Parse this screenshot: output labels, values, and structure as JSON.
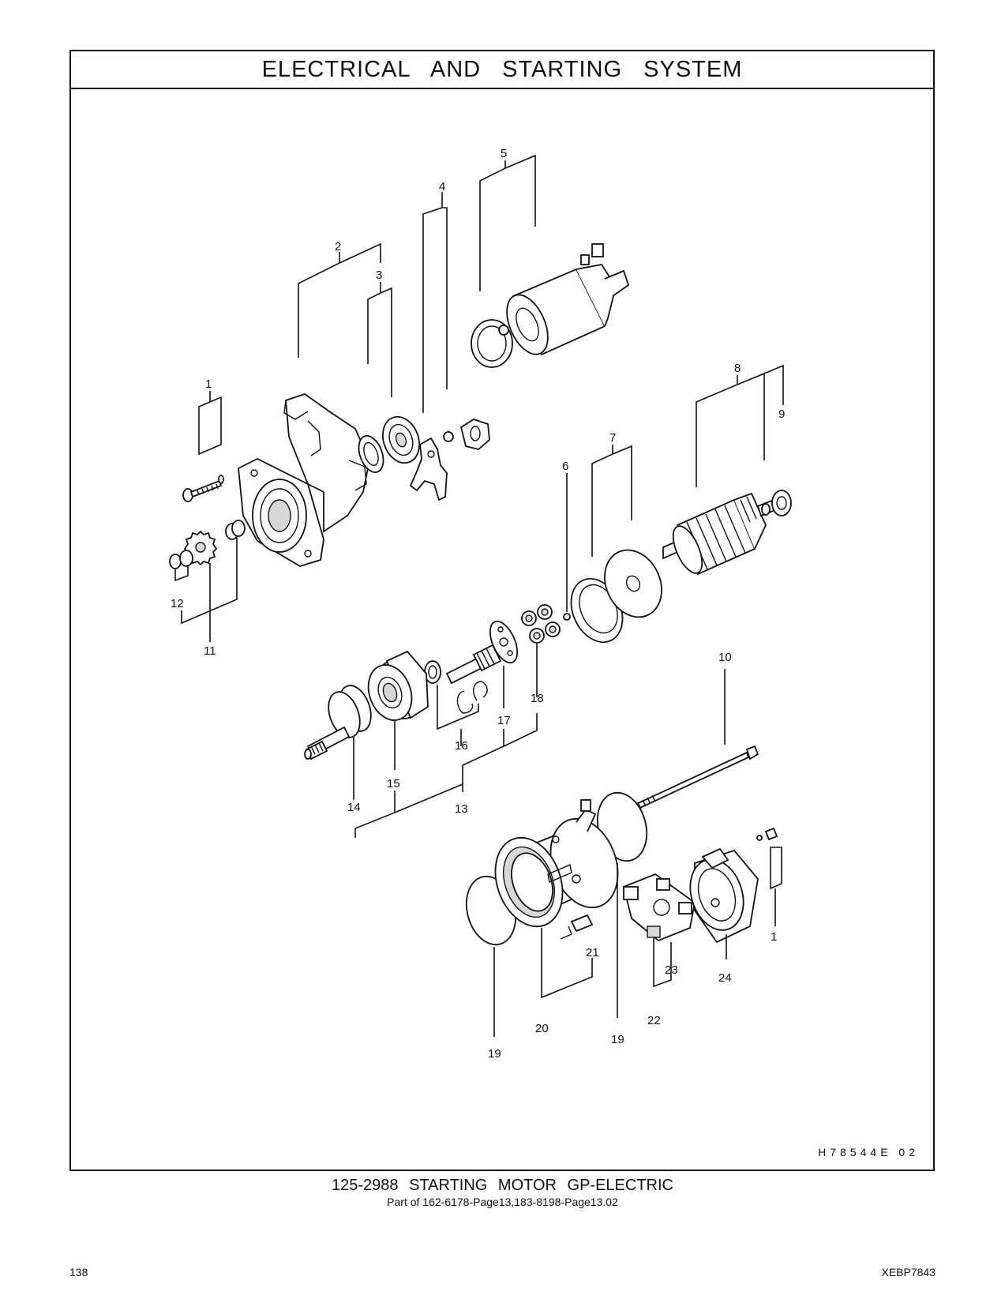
{
  "header": {
    "title": "ELECTRICAL AND STARTING SYSTEM"
  },
  "diagram": {
    "labels": {
      "l1a": "1",
      "l1b": "1",
      "l2": "2",
      "l3": "3",
      "l4": "4",
      "l5": "5",
      "l6": "6",
      "l7": "7",
      "l8": "8",
      "l9": "9",
      "l10": "10",
      "l11": "11",
      "l12": "12",
      "l13": "13",
      "l14": "14",
      "l15": "15",
      "l16": "16",
      "l17": "17",
      "l18": "18",
      "l19a": "19",
      "l19b": "19",
      "l20": "20",
      "l21": "21",
      "l22": "22",
      "l23": "23",
      "l24": "24"
    },
    "illustration_code": "H78544E  02"
  },
  "caption": {
    "main": "125-2988 STARTING MOTOR GP-ELECTRIC",
    "sub": "Part of 162-6178-Page13,183-8198-Page13.02"
  },
  "footer": {
    "page_number": "138",
    "doc_id": "XEBP7843"
  }
}
